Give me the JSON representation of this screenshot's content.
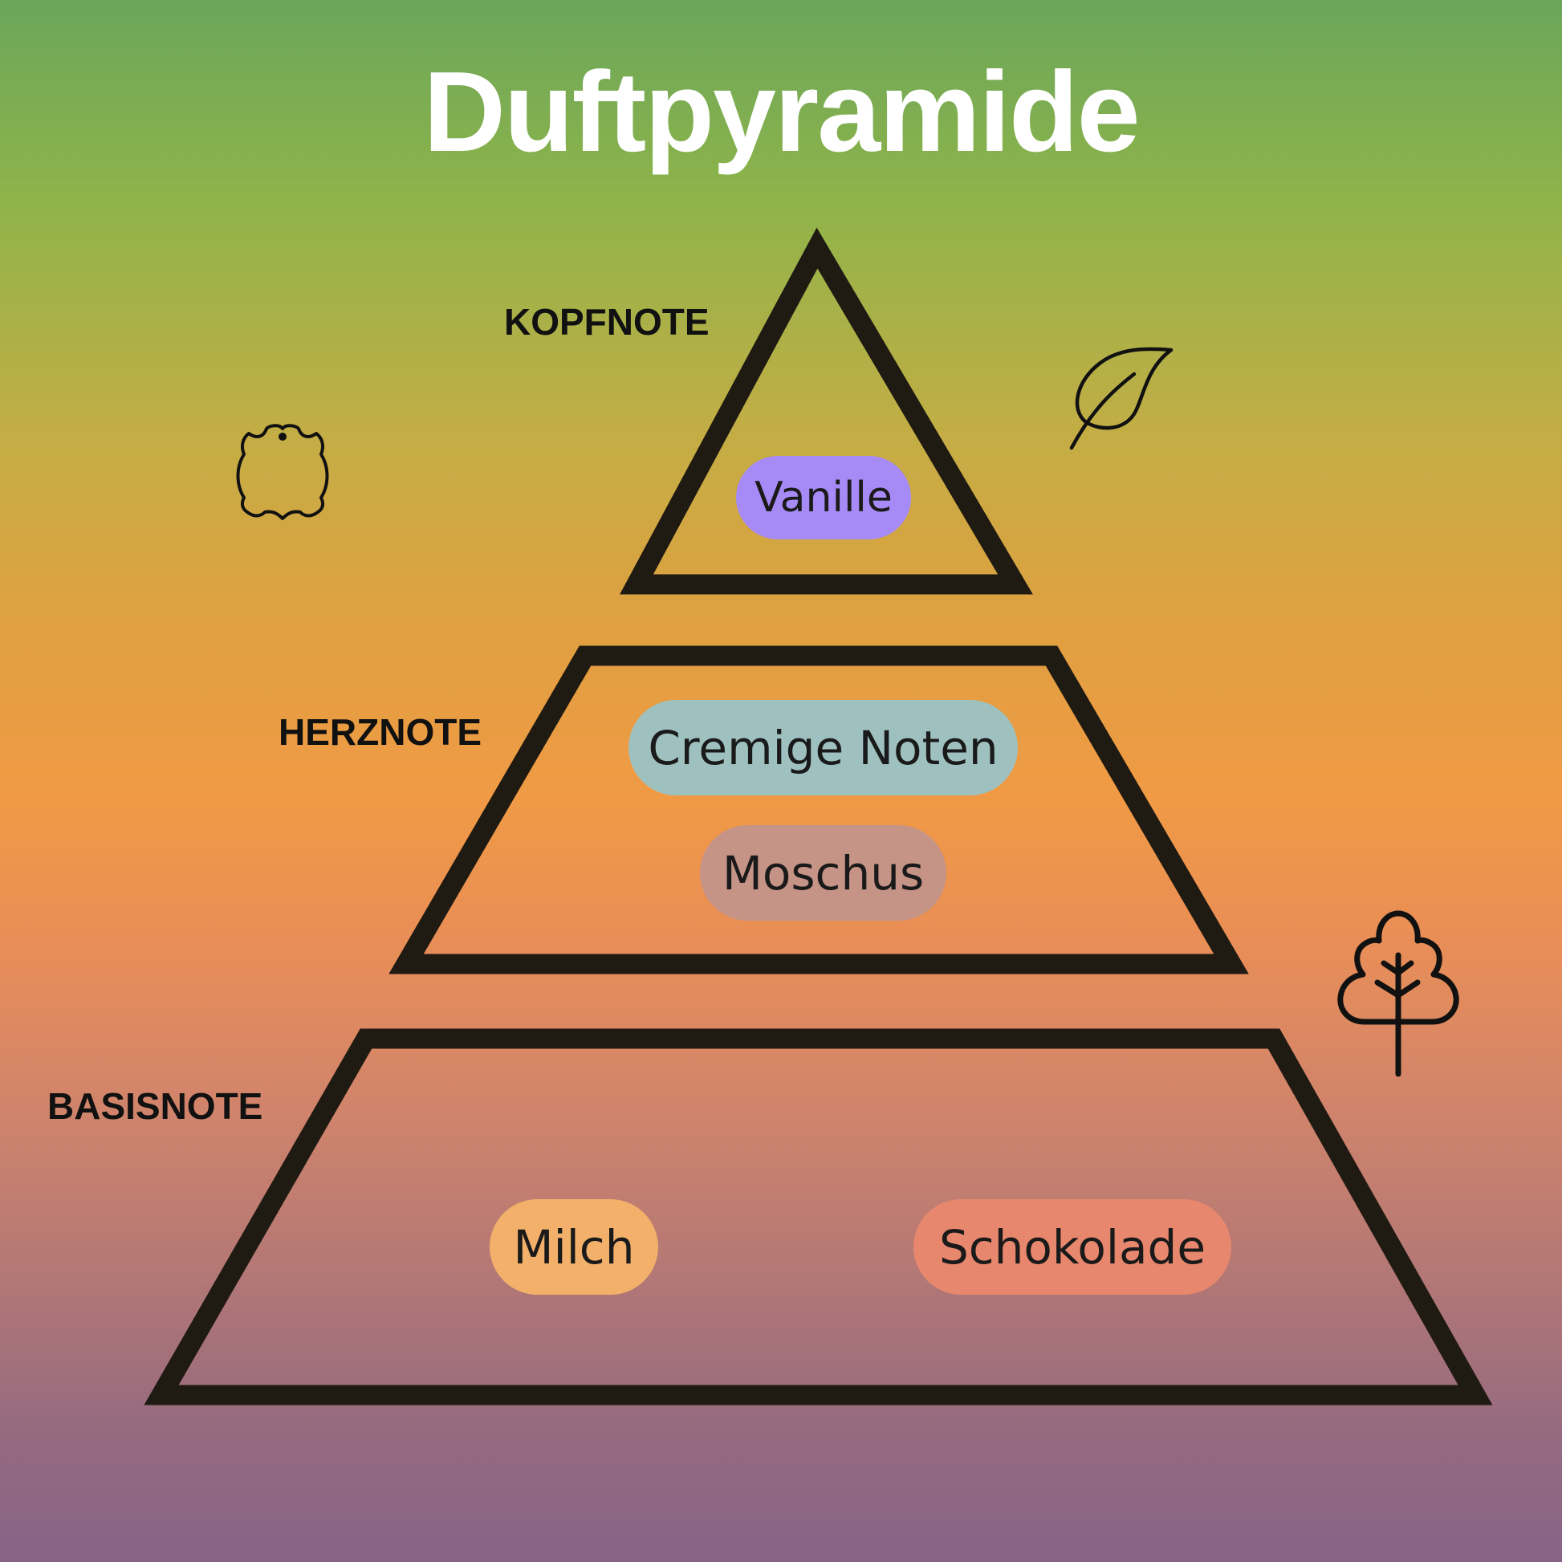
{
  "title": "Duftpyramide",
  "tiers": [
    {
      "label": "KOPFNOTE",
      "notes": [
        "Vanille"
      ]
    },
    {
      "label": "HERZNOTE",
      "notes": [
        "Cremige Noten",
        "Moschus"
      ]
    },
    {
      "label": "BASISNOTE",
      "notes": [
        "Milch",
        "Schokolade"
      ]
    }
  ],
  "note_colors": {
    "Vanille": "#a68af5",
    "Cremige Noten": "#9ec1c0",
    "Moschus": "#c69487",
    "Milch": "#f2b06a",
    "Schokolade": "#e7876d"
  },
  "icons": [
    "leather-icon",
    "leaf-icon",
    "tree-icon"
  ],
  "colors": {
    "outline": "#1f1a12",
    "title": "#ffffff",
    "label": "#111111"
  }
}
